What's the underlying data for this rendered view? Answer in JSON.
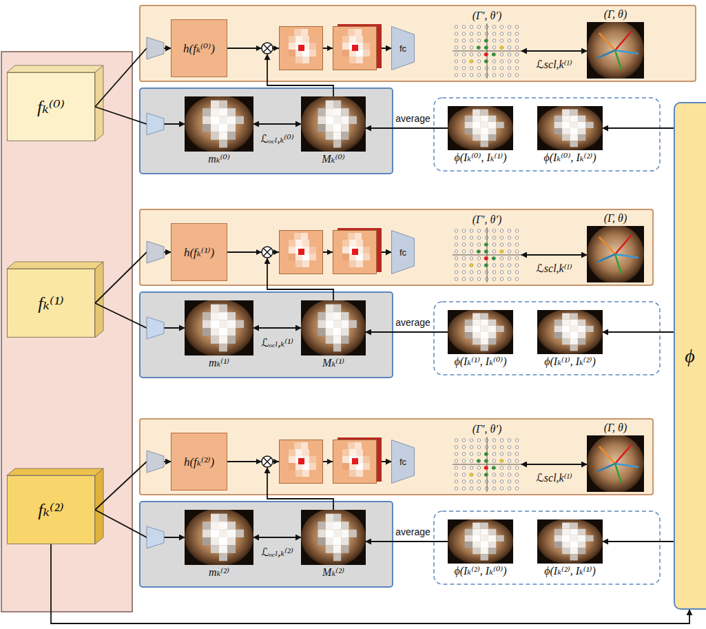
{
  "diagram": {
    "nodes": [
      {
        "text": [
          "fₖ⁽⁰⁾"
        ]
      },
      {
        "text": [
          "h(fₖ⁽⁰⁾)"
        ]
      },
      {
        "text": [
          "fc"
        ]
      },
      {
        "text": [
          "(Γ′, θ′)"
        ]
      },
      {
        "text": [
          "(Γ, θ)"
        ]
      },
      {
        "text": [
          "mₖ⁽⁰⁾"
        ]
      },
      {
        "text": [
          "Mₖ⁽⁰⁾"
        ]
      },
      {
        "text": [
          "ϕ(Iₖ⁽⁰⁾, Iₖ⁽¹⁾)"
        ]
      },
      {
        "text": [
          "ϕ(Iₖ⁽⁰⁾, Iₖ⁽²⁾)"
        ]
      },
      {
        "text": [
          "fₖ⁽¹⁾"
        ]
      },
      {
        "text": [
          "h(fₖ⁽¹⁾)"
        ]
      },
      {
        "text": [
          "fc"
        ]
      },
      {
        "text": [
          "(Γ′, θ′)"
        ]
      },
      {
        "text": [
          "(Γ, θ)"
        ]
      },
      {
        "text": [
          "mₖ⁽¹⁾"
        ]
      },
      {
        "text": [
          "Mₖ⁽¹⁾"
        ]
      },
      {
        "text": [
          "ϕ(Iₖ⁽¹⁾, Iₖ⁽⁰⁾)"
        ]
      },
      {
        "text": [
          "ϕ(Iₖ⁽¹⁾, Iₖ⁽²⁾)"
        ]
      },
      {
        "text": [
          "fₖ⁽²⁾"
        ]
      },
      {
        "text": [
          "h(fₖ⁽²⁾)"
        ]
      },
      {
        "text": [
          "fc"
        ]
      },
      {
        "text": [
          "(Γ′, θ′)"
        ]
      },
      {
        "text": [
          "(Γ, θ)"
        ]
      },
      {
        "text": [
          "mₖ⁽²⁾"
        ]
      },
      {
        "text": [
          "Mₖ⁽²⁾"
        ]
      },
      {
        "text": [
          "ϕ(Iₖ⁽²⁾, Iₖ⁽⁰⁾)"
        ]
      },
      {
        "text": [
          "ϕ(Iₖ⁽²⁾, Iₖ⁽¹⁾)"
        ]
      },
      {
        "text": [
          "ϕ"
        ]
      }
    ],
    "edges": [
      {
        "from": 0,
        "to": 1,
        "arrow": "to"
      },
      {
        "from": 0,
        "to": 5,
        "arrow": "to"
      },
      {
        "from": 1,
        "to": 2,
        "arrow": "to"
      },
      {
        "from": 3,
        "to": 4,
        "arrow": "both",
        "label": "ℒscl,k⁽ᴵ⁾"
      },
      {
        "from": 5,
        "to": 6,
        "arrow": "both",
        "label": "ℒₒₑₗ,ₖ⁽⁰⁾"
      },
      {
        "from": 7,
        "to": 6,
        "arrow": "to",
        "label": "average"
      },
      {
        "from": 27,
        "to": 8,
        "arrow": "to"
      },
      {
        "from": 9,
        "to": 10,
        "arrow": "to"
      },
      {
        "from": 9,
        "to": 14,
        "arrow": "to"
      },
      {
        "from": 10,
        "to": 11,
        "arrow": "to"
      },
      {
        "from": 12,
        "to": 13,
        "arrow": "both",
        "label": "ℒscl,k⁽ᴵ⁾"
      },
      {
        "from": 14,
        "to": 15,
        "arrow": "both",
        "label": "ℒₒₑₗ,ₖ⁽¹⁾"
      },
      {
        "from": 16,
        "to": 15,
        "arrow": "to",
        "label": "average"
      },
      {
        "from": 27,
        "to": 17,
        "arrow": "to"
      },
      {
        "from": 18,
        "to": 19,
        "arrow": "to"
      },
      {
        "from": 18,
        "to": 23,
        "arrow": "to"
      },
      {
        "from": 19,
        "to": 20,
        "arrow": "to"
      },
      {
        "from": 21,
        "to": 22,
        "arrow": "both",
        "label": "ℒscl,k⁽ᴵ⁾"
      },
      {
        "from": 23,
        "to": 24,
        "arrow": "both",
        "label": "ℒₒₑₗ,ₖ⁽²⁾"
      },
      {
        "from": 25,
        "to": 24,
        "arrow": "to",
        "label": "average"
      },
      {
        "from": 27,
        "to": 26,
        "arrow": "to"
      },
      {
        "from": 18,
        "to": 27,
        "arrow": "to"
      }
    ]
  }
}
